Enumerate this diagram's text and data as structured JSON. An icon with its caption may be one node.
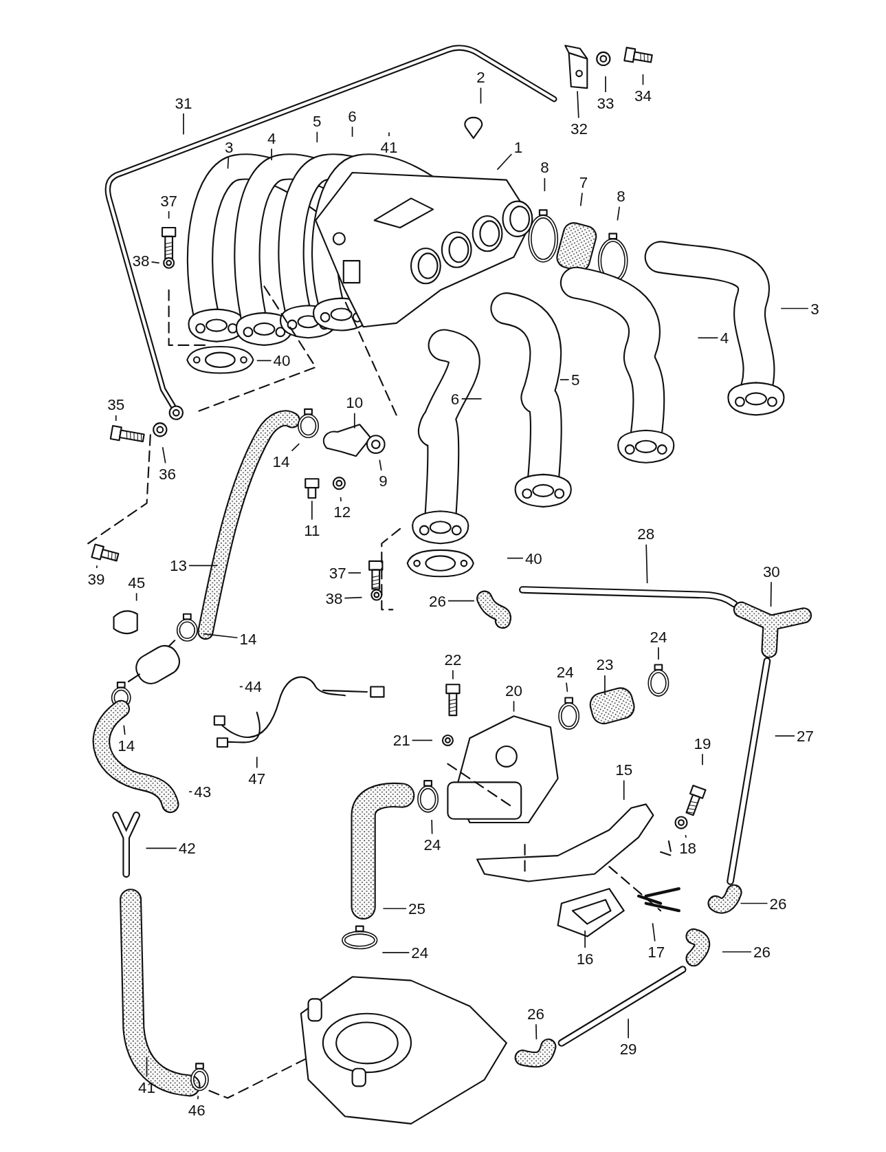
{
  "diagram": {
    "nodes": [
      {
        "text": [
          "2"
        ]
      },
      {
        "text": [
          "34"
        ]
      },
      {
        "text": [
          "33"
        ]
      },
      {
        "text": [
          "31"
        ]
      },
      {
        "text": [
          "6"
        ]
      },
      {
        "text": [
          "5"
        ]
      },
      {
        "text": [
          "32"
        ]
      },
      {
        "text": [
          "4"
        ]
      },
      {
        "text": [
          "3"
        ]
      },
      {
        "text": [
          "41"
        ]
      },
      {
        "text": [
          "1"
        ]
      },
      {
        "text": [
          "8"
        ]
      },
      {
        "text": [
          "7"
        ]
      },
      {
        "text": [
          "8"
        ]
      },
      {
        "text": [
          "37"
        ]
      },
      {
        "text": [
          "38"
        ]
      },
      {
        "text": [
          "3"
        ]
      },
      {
        "text": [
          "4"
        ]
      },
      {
        "text": [
          "40"
        ]
      },
      {
        "text": [
          "5"
        ]
      },
      {
        "text": [
          "6"
        ]
      },
      {
        "text": [
          "10"
        ]
      },
      {
        "text": [
          "35"
        ]
      },
      {
        "text": [
          "14"
        ]
      },
      {
        "text": [
          "36"
        ]
      },
      {
        "text": [
          "9"
        ]
      },
      {
        "text": [
          "12"
        ]
      },
      {
        "text": [
          "11"
        ]
      },
      {
        "text": [
          "28"
        ]
      },
      {
        "text": [
          "40"
        ]
      },
      {
        "text": [
          "13"
        ]
      },
      {
        "text": [
          "30"
        ]
      },
      {
        "text": [
          "37"
        ]
      },
      {
        "text": [
          "39"
        ]
      },
      {
        "text": [
          "45"
        ]
      },
      {
        "text": [
          "38"
        ]
      },
      {
        "text": [
          "26"
        ]
      },
      {
        "text": [
          "14"
        ]
      },
      {
        "text": [
          "24"
        ]
      },
      {
        "text": [
          "22"
        ]
      },
      {
        "text": [
          "23"
        ]
      },
      {
        "text": [
          "24"
        ]
      },
      {
        "text": [
          "44"
        ]
      },
      {
        "text": [
          "20"
        ]
      },
      {
        "text": [
          "27"
        ]
      },
      {
        "text": [
          "21"
        ]
      },
      {
        "text": [
          "19"
        ]
      },
      {
        "text": [
          "14"
        ]
      },
      {
        "text": [
          "15"
        ]
      },
      {
        "text": [
          "47"
        ]
      },
      {
        "text": [
          "43"
        ]
      },
      {
        "text": [
          "24"
        ]
      },
      {
        "text": [
          "18"
        ]
      },
      {
        "text": [
          "42"
        ]
      },
      {
        "text": [
          "26"
        ]
      },
      {
        "text": [
          "25"
        ]
      },
      {
        "text": [
          "17"
        ]
      },
      {
        "text": [
          "26"
        ]
      },
      {
        "text": [
          "24"
        ]
      },
      {
        "text": [
          "16"
        ]
      },
      {
        "text": [
          "26"
        ]
      },
      {
        "text": [
          "29"
        ]
      },
      {
        "text": [
          "41"
        ]
      },
      {
        "text": [
          "46"
        ]
      },
      {
        "text": [],
        "shape": "picture"
      },
      {
        "text": [],
        "shape": "picture"
      },
      {
        "text": [],
        "shape": "picture"
      }
    ],
    "edges": [
      {
        "from": 0,
        "to": null,
        "arrow": "none"
      },
      {
        "from": 1,
        "to": null,
        "arrow": "none"
      },
      {
        "from": 2,
        "to": null,
        "arrow": "none"
      },
      {
        "from": 3,
        "to": null,
        "arrow": "none"
      },
      {
        "from": 4,
        "to": null,
        "arrow": "none"
      },
      {
        "from": 5,
        "to": null,
        "arrow": "none"
      },
      {
        "from": 6,
        "to": 64,
        "arrow": "none"
      },
      {
        "from": 7,
        "to": null,
        "arrow": "none"
      },
      {
        "from": 8,
        "to": null,
        "arrow": "none"
      },
      {
        "from": 9,
        "to": null,
        "arrow": "none"
      },
      {
        "from": 10,
        "to": 65,
        "arrow": "none"
      },
      {
        "from": 11,
        "to": null,
        "arrow": "none"
      },
      {
        "from": 12,
        "to": null,
        "arrow": "none"
      },
      {
        "from": 13,
        "to": null,
        "arrow": "none"
      },
      {
        "from": 14,
        "to": null,
        "arrow": "none"
      },
      {
        "from": 15,
        "to": null,
        "arrow": "none"
      },
      {
        "from": 16,
        "to": null,
        "arrow": "none"
      },
      {
        "from": 17,
        "to": null,
        "arrow": "none"
      },
      {
        "from": 18,
        "to": null,
        "arrow": "none"
      },
      {
        "from": 19,
        "to": null,
        "arrow": "none"
      },
      {
        "from": 20,
        "to": null,
        "arrow": "none"
      },
      {
        "from": 21,
        "to": null,
        "arrow": "none"
      },
      {
        "from": 22,
        "to": null,
        "arrow": "none"
      },
      {
        "from": 23,
        "to": null,
        "arrow": "none"
      },
      {
        "from": 24,
        "to": null,
        "arrow": "none"
      },
      {
        "from": 25,
        "to": null,
        "arrow": "none"
      },
      {
        "from": 26,
        "to": null,
        "arrow": "none"
      },
      {
        "from": 27,
        "to": 66,
        "arrow": "none"
      },
      {
        "from": 28,
        "to": null,
        "arrow": "none"
      },
      {
        "from": 29,
        "to": null,
        "arrow": "none"
      },
      {
        "from": 30,
        "to": null,
        "arrow": "none"
      },
      {
        "from": 31,
        "to": null,
        "arrow": "none"
      },
      {
        "from": 32,
        "to": null,
        "arrow": "none"
      },
      {
        "from": 33,
        "to": null,
        "arrow": "none"
      },
      {
        "from": 34,
        "to": null,
        "arrow": "none"
      },
      {
        "from": 35,
        "to": null,
        "arrow": "none"
      },
      {
        "from": 36,
        "to": null,
        "arrow": "none"
      },
      {
        "from": 37,
        "to": null,
        "arrow": "none"
      },
      {
        "from": 38,
        "to": null,
        "arrow": "none"
      },
      {
        "from": 39,
        "to": null,
        "arrow": "none"
      },
      {
        "from": 40,
        "to": null,
        "arrow": "none"
      },
      {
        "from": 41,
        "to": null,
        "arrow": "none"
      },
      {
        "from": 42,
        "to": null,
        "arrow": "none"
      },
      {
        "from": 43,
        "to": null,
        "arrow": "none"
      },
      {
        "from": 44,
        "to": null,
        "arrow": "none"
      },
      {
        "from": 45,
        "to": null,
        "arrow": "none"
      },
      {
        "from": 46,
        "to": null,
        "arrow": "none"
      },
      {
        "from": 47,
        "to": null,
        "arrow": "none"
      },
      {
        "from": 48,
        "to": null,
        "arrow": "none"
      },
      {
        "from": 49,
        "to": null,
        "arrow": "none"
      },
      {
        "from": 50,
        "to": null,
        "arrow": "none"
      },
      {
        "from": 51,
        "to": null,
        "arrow": "none"
      },
      {
        "from": 52,
        "to": null,
        "arrow": "none"
      },
      {
        "from": 53,
        "to": null,
        "arrow": "none"
      },
      {
        "from": 54,
        "to": null,
        "arrow": "none"
      },
      {
        "from": 55,
        "to": null,
        "arrow": "none"
      },
      {
        "from": 56,
        "to": null,
        "arrow": "none"
      },
      {
        "from": 57,
        "to": null,
        "arrow": "none"
      },
      {
        "from": 58,
        "to": null,
        "arrow": "none"
      },
      {
        "from": 59,
        "to": null,
        "arrow": "none"
      },
      {
        "from": 60,
        "to": null,
        "arrow": "none"
      },
      {
        "from": 61,
        "to": null,
        "arrow": "none"
      },
      {
        "from": 62,
        "to": null,
        "arrow": "none"
      },
      {
        "from": 63,
        "to": null,
        "arrow": "none"
      }
    ]
  }
}
